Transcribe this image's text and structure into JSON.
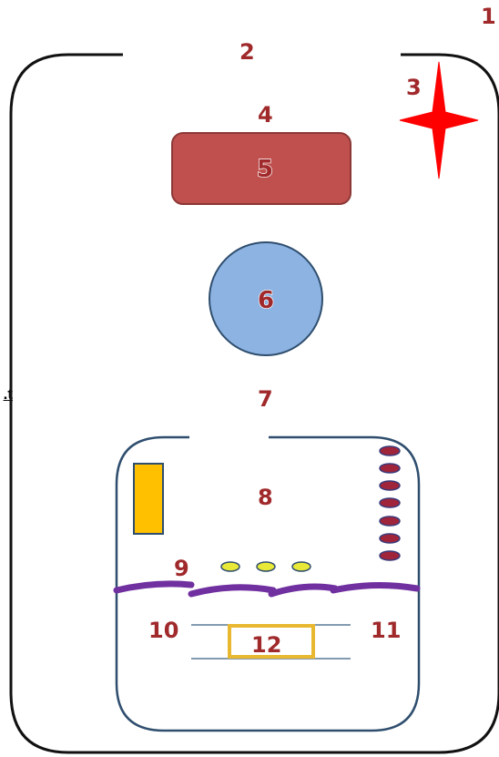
{
  "labels": {
    "l1": "1",
    "l2": "2",
    "l3": "3",
    "l4": "4",
    "l5": "5",
    "l6": "6",
    "l7": "7",
    "l8": "8",
    "l9": "9",
    "l10": "10",
    "l11": "11",
    "l12": "12"
  },
  "edge_text": "t.",
  "colors": {
    "label": "#a0292b",
    "outline": "#111111",
    "star": "#ff0000",
    "rectangle5": "#c0504d",
    "circle6": "#8db3e2",
    "inner_outline": "#2f4e6e",
    "orange_block": "#ffc000",
    "membrane": "#7030a0",
    "yellow_ovals": "#e8e838",
    "red_ovals": "#a0243a",
    "box12": "#e8b830"
  }
}
